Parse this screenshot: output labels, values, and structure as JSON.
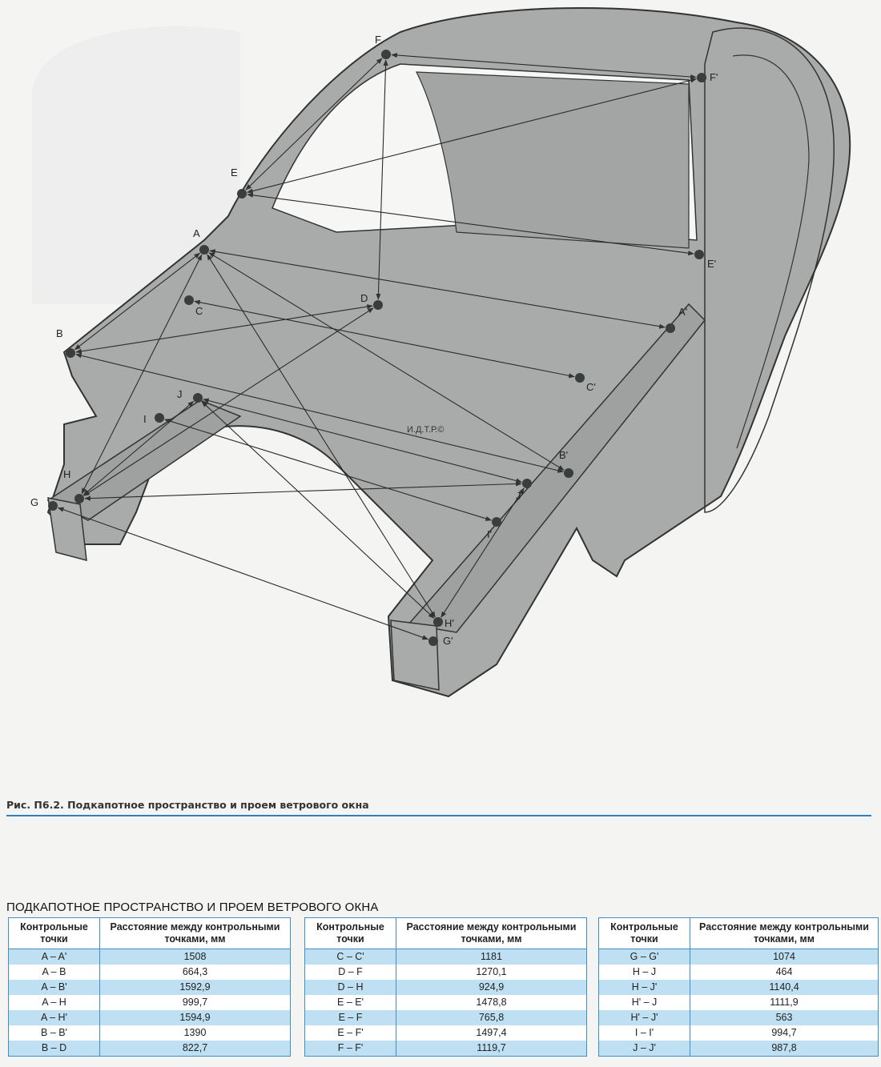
{
  "figure": {
    "watermark": "И.Д.Т.Р.©",
    "points": [
      {
        "id": "F",
        "label": "F"
      },
      {
        "id": "F'",
        "label": "F'"
      },
      {
        "id": "E",
        "label": "E"
      },
      {
        "id": "E'",
        "label": "E'"
      },
      {
        "id": "A",
        "label": "A"
      },
      {
        "id": "A'",
        "label": "A'"
      },
      {
        "id": "B",
        "label": "B"
      },
      {
        "id": "B'",
        "label": "B'"
      },
      {
        "id": "C",
        "label": "C"
      },
      {
        "id": "C'",
        "label": "C'"
      },
      {
        "id": "D",
        "label": "D"
      },
      {
        "id": "J",
        "label": "J"
      },
      {
        "id": "J'",
        "label": "J'"
      },
      {
        "id": "I",
        "label": "I"
      },
      {
        "id": "I'",
        "label": "I'"
      },
      {
        "id": "H",
        "label": "H"
      },
      {
        "id": "H'",
        "label": "H'"
      },
      {
        "id": "G",
        "label": "G"
      },
      {
        "id": "G'",
        "label": "G'"
      }
    ],
    "measurements": [
      [
        "A",
        "A'"
      ],
      [
        "A",
        "B"
      ],
      [
        "A",
        "B'"
      ],
      [
        "A",
        "H"
      ],
      [
        "A",
        "H'"
      ],
      [
        "B",
        "B'"
      ],
      [
        "B",
        "D"
      ],
      [
        "C",
        "C'"
      ],
      [
        "D",
        "F"
      ],
      [
        "D",
        "H"
      ],
      [
        "E",
        "E'"
      ],
      [
        "E",
        "F"
      ],
      [
        "E",
        "F'"
      ],
      [
        "F",
        "F'"
      ],
      [
        "G",
        "G'"
      ],
      [
        "H",
        "J"
      ],
      [
        "H",
        "J'"
      ],
      [
        "H'",
        "J"
      ],
      [
        "H'",
        "J'"
      ],
      [
        "I",
        "I'"
      ],
      [
        "J",
        "J'"
      ]
    ]
  },
  "caption": "Рис. П6.2. Подкапотное пространство и проем ветрового окна",
  "tables_title": "ПОДКАПОТНОЕ ПРОСТРАНСТВО И ПРОЕМ ВЕТРОВОГО ОКНА",
  "columns": {
    "points": "Контрольные точки",
    "distance": "Расстояние между контрольными точками, мм"
  },
  "tables": [
    {
      "rows": [
        {
          "points": "A – A'",
          "distance": "1508"
        },
        {
          "points": "A – B",
          "distance": "664,3"
        },
        {
          "points": "A – B'",
          "distance": "1592,9"
        },
        {
          "points": "A – H",
          "distance": "999,7"
        },
        {
          "points": "A – H'",
          "distance": "1594,9"
        },
        {
          "points": "B – B'",
          "distance": "1390"
        },
        {
          "points": "B – D",
          "distance": "822,7"
        }
      ]
    },
    {
      "rows": [
        {
          "points": "C – C'",
          "distance": "1181"
        },
        {
          "points": "D – F",
          "distance": "1270,1"
        },
        {
          "points": "D – H",
          "distance": "924,9"
        },
        {
          "points": "E – E'",
          "distance": "1478,8"
        },
        {
          "points": "E – F",
          "distance": "765,8"
        },
        {
          "points": "E – F'",
          "distance": "1497,4"
        },
        {
          "points": "F – F'",
          "distance": "1119,7"
        }
      ]
    },
    {
      "rows": [
        {
          "points": "G – G'",
          "distance": "1074"
        },
        {
          "points": "H – J",
          "distance": "464"
        },
        {
          "points": "H – J'",
          "distance": "1140,4"
        },
        {
          "points": "H' – J",
          "distance": "1111,9"
        },
        {
          "points": "H' – J'",
          "distance": "563"
        },
        {
          "points": "I – I'",
          "distance": "994,7"
        },
        {
          "points": "J – J'",
          "distance": "987,8"
        }
      ]
    }
  ]
}
